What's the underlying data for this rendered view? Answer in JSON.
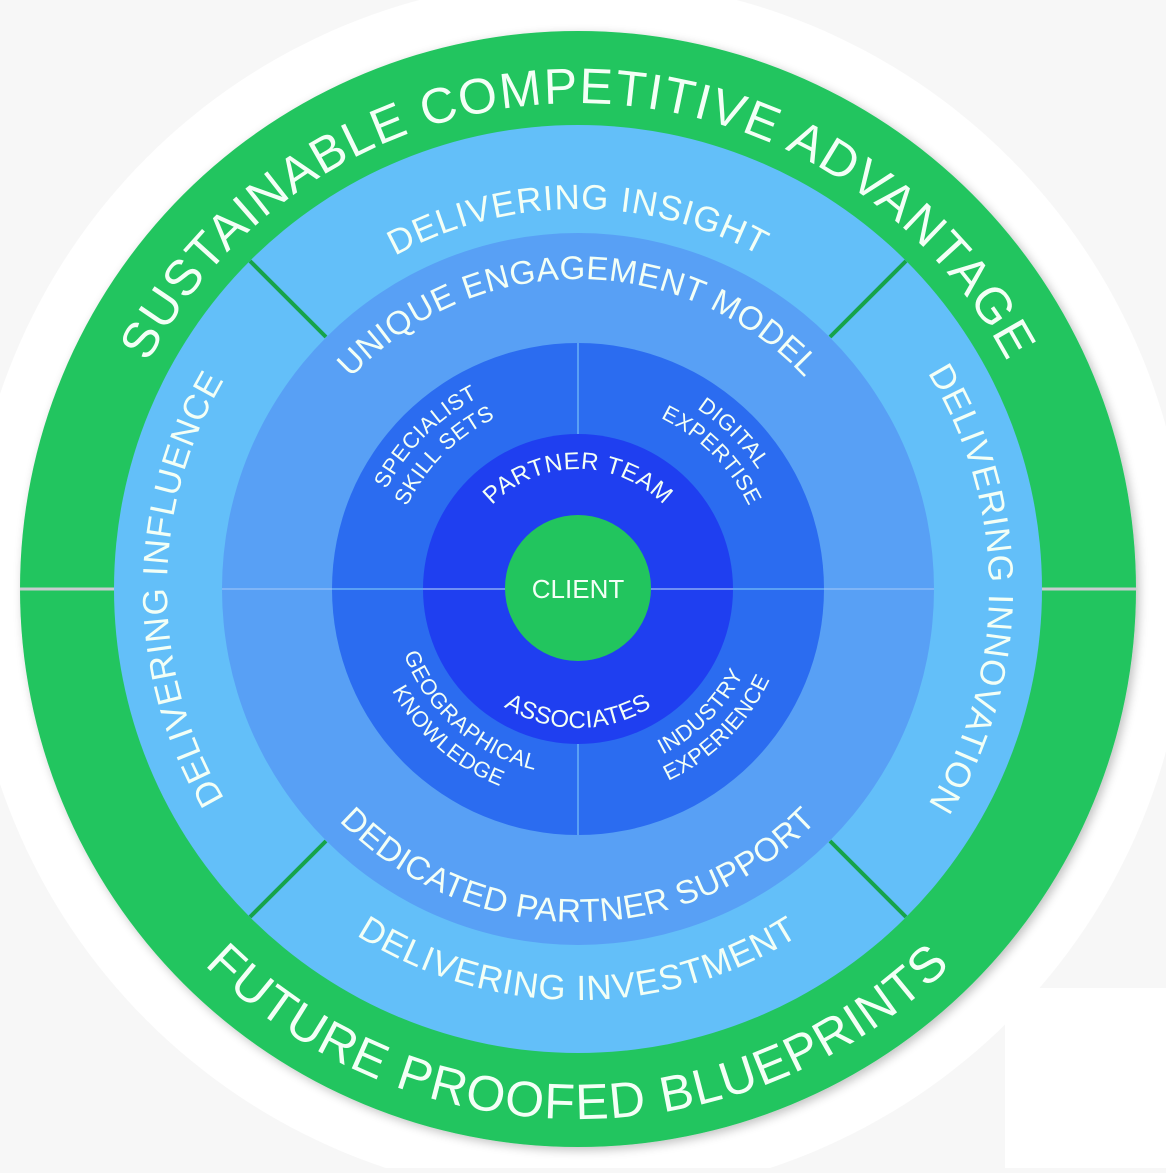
{
  "diagram": {
    "type": "concentric-rings",
    "colors": {
      "page_background": "#f7f7f7",
      "backdrop": "#ffffff",
      "outer_ring": "#22c55e",
      "delivering_ring": "#63bff9",
      "engagement_ring": "#58a0f5",
      "skill_ring": "#2b6cf0",
      "partner_ring": "#1f3ff0",
      "client_circle": "#22c55e",
      "green_divider": "#16a34a",
      "light_divider": "#9bc6f7",
      "text": "#f3fff6"
    },
    "outer_ring": {
      "top_label": "SUSTAINABLE COMPETITIVE ADVANTAGE",
      "bottom_label": "FUTURE PROOFED BLUEPRINTS"
    },
    "delivering_ring": {
      "top_label": "DELIVERING INSIGHT",
      "right_label": "DELIVERING INNOVATION",
      "bottom_label": "DELIVERING INVESTMENT",
      "left_label": "DELIVERING INFLUENCE"
    },
    "engagement_ring": {
      "top_label": "UNIQUE ENGAGEMENT MODEL",
      "bottom_label": "DEDICATED PARTNER SUPPORT"
    },
    "skill_ring": {
      "top_left": [
        "SPECIALIST",
        "SKILL SETS"
      ],
      "top_right": [
        "DIGITAL",
        "EXPERTISE"
      ],
      "bottom_left": [
        "GEOGRAPHICAL",
        "KNOWLEDGE"
      ],
      "bottom_right": [
        "INDUSTRY",
        "EXPERIENCE"
      ]
    },
    "partner_ring": {
      "top_label": "PARTNER TEAM",
      "bottom_label": "ASSOCIATES"
    },
    "center": {
      "label": "CLIENT"
    }
  }
}
